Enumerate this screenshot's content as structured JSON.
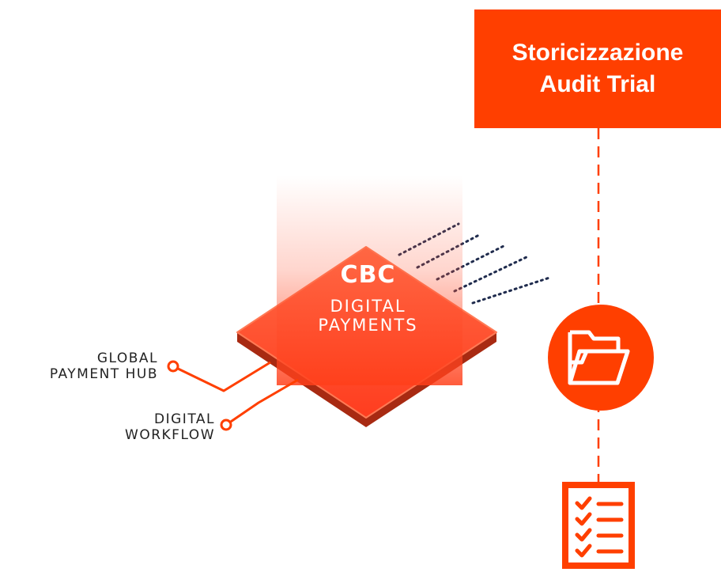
{
  "banner": {
    "line1": "Storicizzazione",
    "line2": "Audit Trial"
  },
  "chip": {
    "brand": "CBC",
    "line1": "DIGITAL",
    "line2": "PAYMENTS"
  },
  "connectors": [
    {
      "line1": "GLOBAL",
      "line2": "PAYMENT HUB"
    },
    {
      "line1": "DIGITAL",
      "line2": "WORKFLOW"
    }
  ],
  "colors": {
    "accent": "#ff3f00",
    "chip_top": "#ff5533",
    "dots": "#1f2b4d",
    "text": "#222222"
  },
  "icons": {
    "folder": "folder-icon",
    "checklist": "checklist-icon"
  }
}
